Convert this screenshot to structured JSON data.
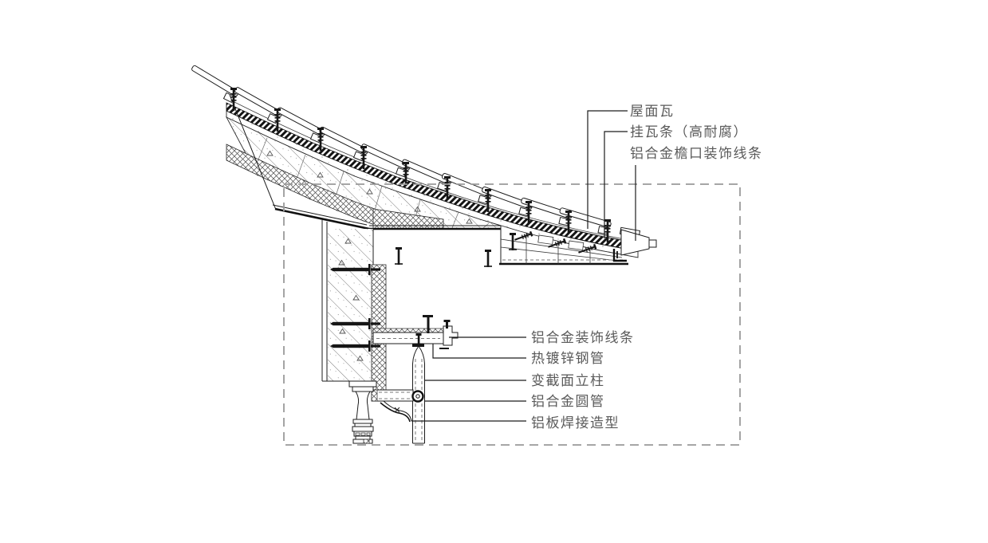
{
  "drawing": {
    "kind": "roof-eave-construction-detail",
    "labels": {
      "roof_tile": "屋面瓦",
      "tile_batten": "挂瓦条（高耐腐）",
      "eave_trim": "铝合金檐口装饰线条",
      "deco_trim": "铝合金装饰线条",
      "steel_pipe": "热镀锌钢管",
      "column": "变截面立柱",
      "alu_tube": "铝合金圆管",
      "welded_plate": "铝板焊接造型"
    },
    "colors": {
      "line": "#1c1c1c",
      "dash_box": "#9a9a9a",
      "label": "#5a5a5a",
      "background": "#ffffff"
    }
  }
}
